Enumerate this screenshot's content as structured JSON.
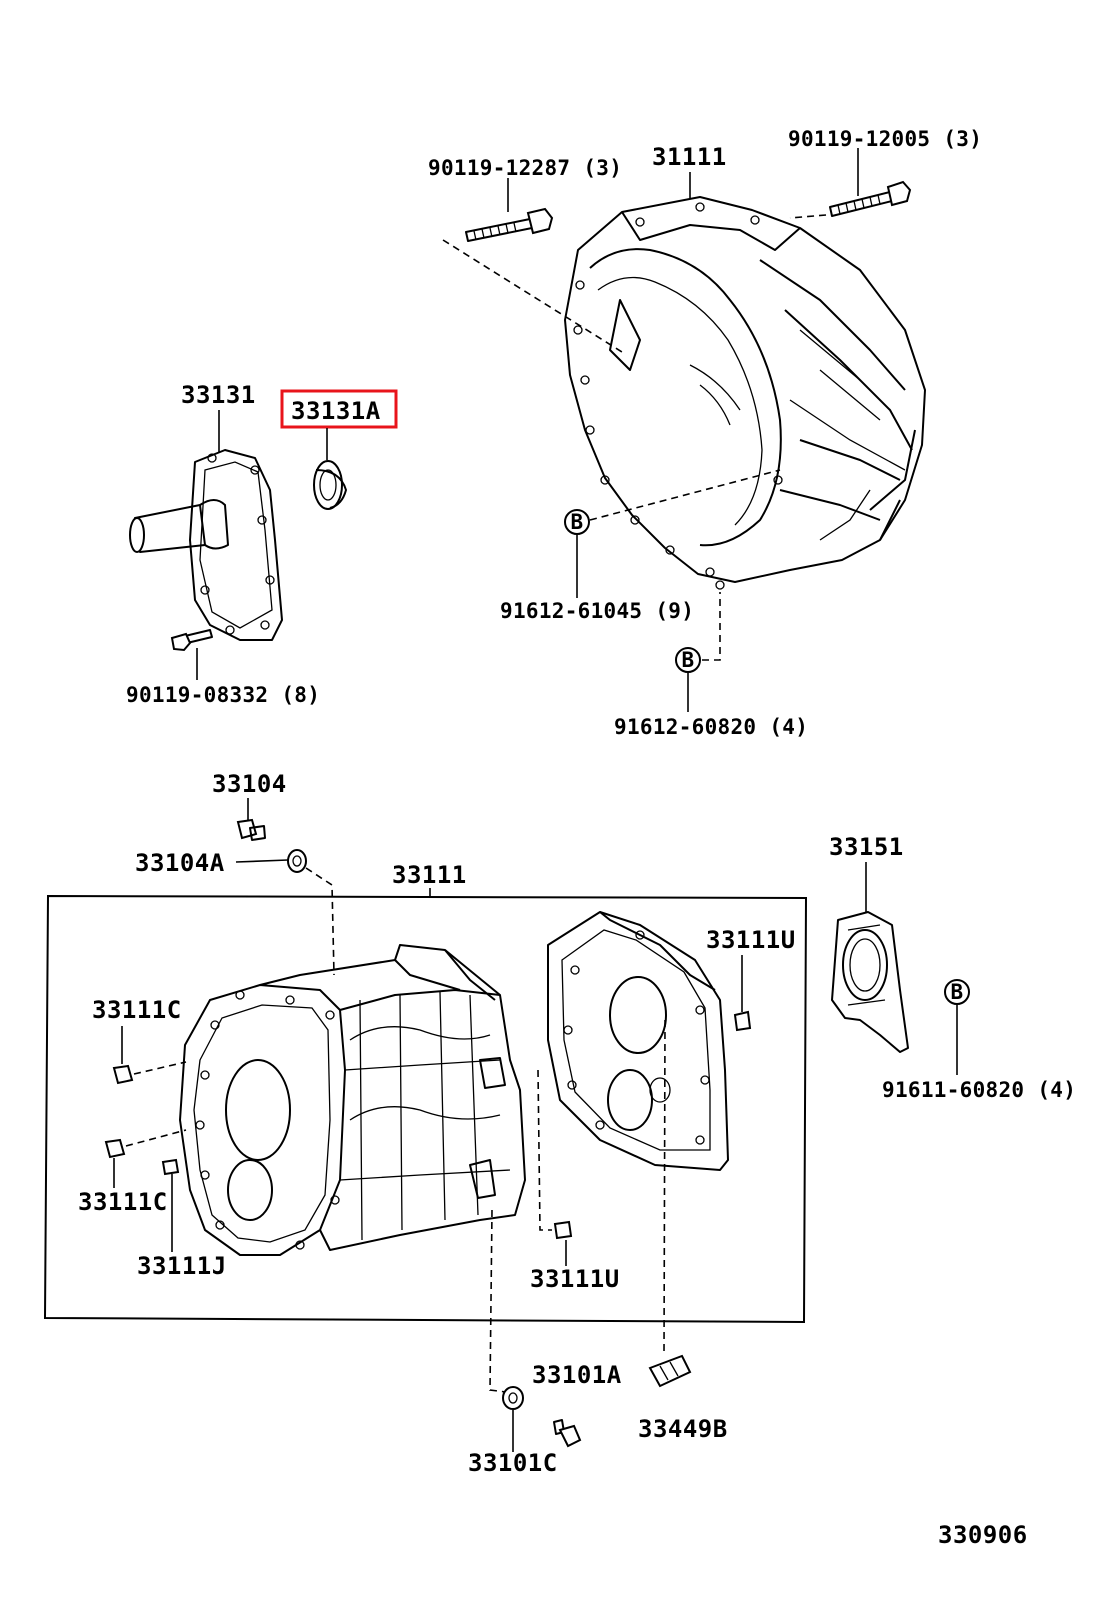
{
  "labels": {
    "bolt_upper_left": "90119-12287 (3)",
    "bellhousing": "31111",
    "bolt_upper_right": "90119-12005 (3)",
    "extension_housing": "33131",
    "seal_highlighted": "33131A",
    "bolt_extension": "90119-08332 (8)",
    "stud_b1": "91612-61045 (9)",
    "stud_b2": "91612-60820 (4)",
    "plug": "33104",
    "gasket_plug": "33104A",
    "case_assembly": "33111",
    "plate": "33151",
    "pin_u_top": "33111U",
    "pin_c_top": "33111C",
    "pin_c_bottom": "33111C",
    "pin_j": "33111J",
    "pin_u_bottom": "33111U",
    "stud_b3": "91611-60820 (4)",
    "drain_plug": "33101A",
    "drain_gasket": "33101C",
    "bracket": "33449B",
    "diagram_id": "330906",
    "ref_b": "B"
  },
  "highlight_color": "#e8141b"
}
